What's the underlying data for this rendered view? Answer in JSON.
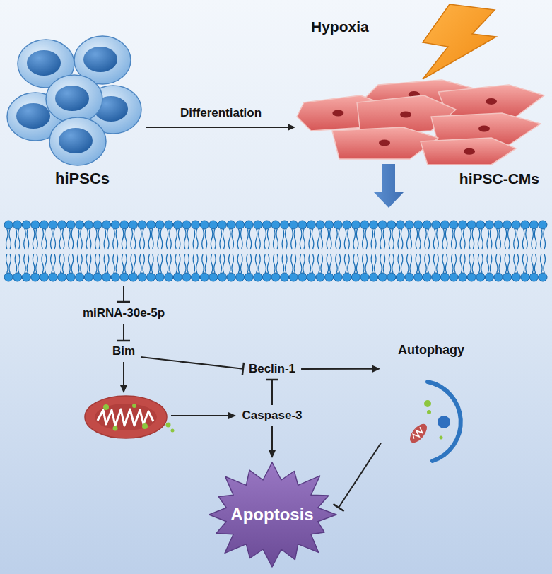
{
  "diagram": {
    "nodes": [
      {
        "text": [
          "hiPSCs"
        ]
      },
      {
        "text": [
          "hiPSC-CMs"
        ]
      },
      {
        "text": [
          "miRNA-30e-5p"
        ]
      },
      {
        "text": [
          "Bim"
        ]
      },
      {
        "text": [
          "Beclin-1"
        ]
      },
      {
        "text": [
          "Caspase-3"
        ]
      },
      {
        "text": [
          "Autophagy"
        ]
      },
      {
        "text": [
          "Apoptosis"
        ]
      }
    ],
    "edges": [
      {
        "from": 0,
        "to": 1,
        "label": "Differentiation",
        "arrow": "to"
      },
      {
        "from": 2,
        "to": 3,
        "arrow": "to"
      },
      {
        "from": 3,
        "to": 4,
        "arrow": "to"
      },
      {
        "from": 4,
        "to": 6,
        "arrow": "to"
      },
      {
        "from": 5,
        "to": 4,
        "arrow": "to"
      },
      {
        "from": 5,
        "to": 7,
        "arrow": "to"
      },
      {
        "from": 6,
        "to": 7,
        "arrow": "to"
      }
    ],
    "labels": [
      "Hypoxia"
    ]
  }
}
